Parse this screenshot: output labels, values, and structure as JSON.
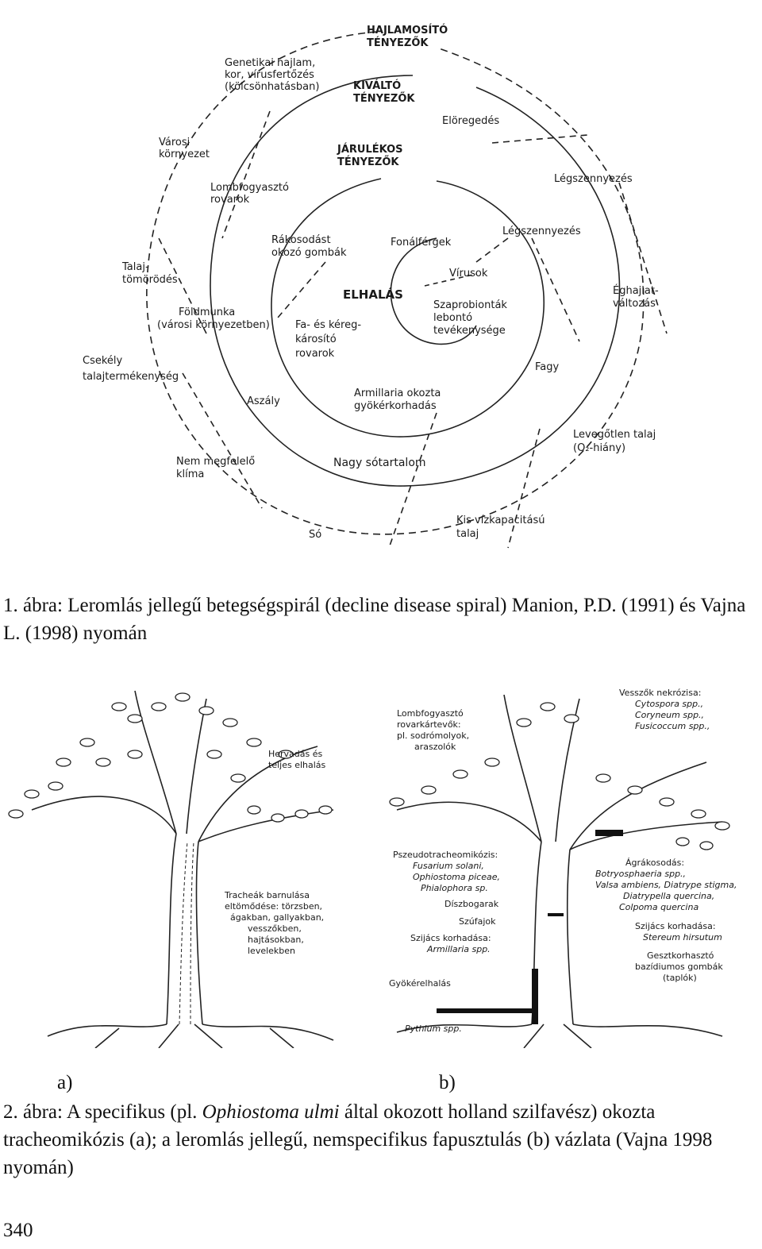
{
  "figure1": {
    "title_predisposing": [
      "HAJLAMOSÍTÓ",
      "TÉNYEZŐK"
    ],
    "title_inciting": [
      "KIVÁLTÓ",
      "TÉNYEZŐK"
    ],
    "title_contributing": [
      "JÁRULÉKOS",
      "TÉNYEZŐK"
    ],
    "center": "ELHALÁS",
    "labels": {
      "genetikai": [
        "Genetikai hajlam,",
        "kor, vírusfertőzés",
        "(kölcsönhatásban)"
      ],
      "varosi": [
        "Városi",
        "környezet"
      ],
      "lombfogyaszto": [
        "Lombfogyasztó",
        "rovarok"
      ],
      "talaj": [
        "Talaj-",
        "tömörödés"
      ],
      "rakosodast": [
        "Rákosodást",
        "okozó gombák"
      ],
      "foldmunka": [
        "Földmunka",
        "(városi környezetben)"
      ],
      "fa_kereg": [
        "Fa- és kéreg-",
        "károsító",
        "rovarok"
      ],
      "csekely": [
        "Csekély",
        "talajtermékenység"
      ],
      "aszaly": "Aszály",
      "nem_megfelelo": [
        "Nem megfelelő",
        "klíma"
      ],
      "nagy_so": "Nagy sótartalom",
      "so": "Só",
      "kis_viz": [
        "Kis vízkapacitású",
        "talaj"
      ],
      "levegotlen": [
        "Levegőtlen talaj",
        "(O₂-hiány)"
      ],
      "fagy": "Fagy",
      "armillaria": [
        "Armillaria okozta",
        "gyökérkorhadás"
      ],
      "szaprobiontak": [
        "Szaprobionták",
        "lebontó",
        "tevékenysége"
      ],
      "virusok": "Vírusok",
      "fonalfergek": "Fonálférgek",
      "legszennyezes_in": "Légszennyezés",
      "legszennyezes_out": "Légszennyezés",
      "eghajlat": [
        "Éghajlat-",
        "változás"
      ],
      "eloregedes": "Elöregedés"
    }
  },
  "caption1": "1. ábra: Leromlás jellegű betegségspirál (decline disease spiral) Manion, P.D. (1991) és Vajna L. (1998) nyomán",
  "figure2a": {
    "hervadas": [
      "Hervadás és",
      "teljes elhalás"
    ],
    "trachea": [
      "Tracheák barnulása",
      "eltömődése: törzsben,",
      "ágakban, gallyakban,",
      "vesszőkben,",
      "hajtásokban,",
      "levelekben"
    ]
  },
  "figure2b": {
    "lombfogyaszto": [
      "Lombfogyasztó",
      "rovarkártevők:",
      "pl. sodrómolyok,",
      "araszolók"
    ],
    "vesszok": "Vesszők nekrózisa:",
    "vesszok_species": [
      "Cytospora spp.,",
      "Coryneum spp.,",
      "Fusicoccum spp.,"
    ],
    "pszeudo": "Pszeudotracheomikózis:",
    "pszeudo_species": [
      "Fusarium solani,",
      "Ophiostoma piceae,",
      "Phialophora sp."
    ],
    "diszbogarak": "Díszbogarak",
    "szufajok": "Szúfajok",
    "szijacs_gyoker": "Szijács korhadása:",
    "armillaria_spp": "Armillaria spp.",
    "gyokerelhalas": "Gyökérelhalás",
    "pythium": "Pythium spp.",
    "agrakosodas": "Ágrákosodás:",
    "agrakosodas_species": [
      "Botryosphaeria spp.,",
      "Valsa ambiens, Diatrype stigma,",
      "Diatrypella quercina,",
      "Colpoma quercina"
    ],
    "szijacs_korh": "Szijács korhadása:",
    "stereum": "Stereum hirsutum",
    "geszt": [
      "Gesztkorhasztó",
      "bazídiumos gombák",
      "(taplók)"
    ]
  },
  "label_a": "a)",
  "label_b": "b)",
  "caption2": {
    "before": "2. ábra: A specifikus (pl. ",
    "species": "Ophiostoma ulmi",
    "after": " által okozott holland szilfavész) okozta tracheomikózis (a); a leromlás jellegű, nemspecifikus fapusztulás (b) vázlata (Vajna 1998 nyomán)"
  },
  "page_number": "340"
}
